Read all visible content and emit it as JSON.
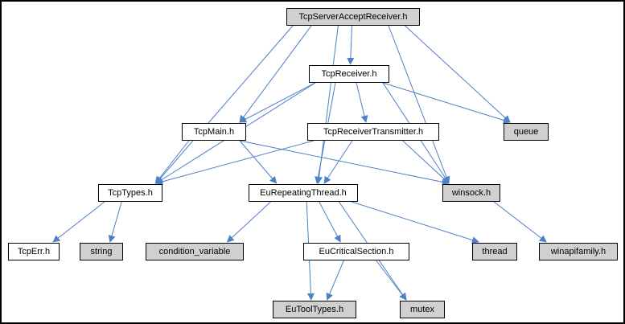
{
  "diagram": {
    "type": "include-dependency-graph",
    "colors": {
      "edge": "#4e80c8",
      "node_border": "#000000",
      "node_fill": "#ffffff",
      "node_fill_external": "#d0d0d0",
      "background": "#ffffff",
      "frame_border": "#000000"
    },
    "nodes": [
      {
        "id": "TcpServerAcceptReceiver",
        "label": "TcpServerAcceptReceiver.h",
        "kind": "gray"
      },
      {
        "id": "TcpReceiver",
        "label": "TcpReceiver.h",
        "kind": "white"
      },
      {
        "id": "TcpMain",
        "label": "TcpMain.h",
        "kind": "white"
      },
      {
        "id": "TcpReceiverTransmitter",
        "label": "TcpReceiverTransmitter.h",
        "kind": "white"
      },
      {
        "id": "queue",
        "label": "queue",
        "kind": "gray"
      },
      {
        "id": "TcpTypes",
        "label": "TcpTypes.h",
        "kind": "white"
      },
      {
        "id": "EuRepeatingThread",
        "label": "EuRepeatingThread.h",
        "kind": "white"
      },
      {
        "id": "winsock",
        "label": "winsock.h",
        "kind": "gray"
      },
      {
        "id": "TcpErr",
        "label": "TcpErr.h",
        "kind": "white"
      },
      {
        "id": "string",
        "label": "string",
        "kind": "gray"
      },
      {
        "id": "condition_variable",
        "label": "condition_variable",
        "kind": "gray"
      },
      {
        "id": "EuCriticalSection",
        "label": "EuCriticalSection.h",
        "kind": "white"
      },
      {
        "id": "thread",
        "label": "thread",
        "kind": "gray"
      },
      {
        "id": "winapifamily",
        "label": "winapifamily.h",
        "kind": "gray"
      },
      {
        "id": "EuToolTypes",
        "label": "EuToolTypes.h",
        "kind": "gray"
      },
      {
        "id": "mutex",
        "label": "mutex",
        "kind": "gray"
      }
    ],
    "edges": [
      [
        "TcpServerAcceptReceiver",
        "TcpReceiver"
      ],
      [
        "TcpServerAcceptReceiver",
        "TcpMain"
      ],
      [
        "TcpServerAcceptReceiver",
        "TcpTypes"
      ],
      [
        "TcpServerAcceptReceiver",
        "EuRepeatingThread"
      ],
      [
        "TcpServerAcceptReceiver",
        "winsock"
      ],
      [
        "TcpServerAcceptReceiver",
        "queue"
      ],
      [
        "TcpReceiver",
        "TcpMain"
      ],
      [
        "TcpReceiver",
        "TcpReceiverTransmitter"
      ],
      [
        "TcpReceiver",
        "TcpTypes"
      ],
      [
        "TcpReceiver",
        "EuRepeatingThread"
      ],
      [
        "TcpReceiver",
        "winsock"
      ],
      [
        "TcpReceiver",
        "queue"
      ],
      [
        "TcpMain",
        "TcpTypes"
      ],
      [
        "TcpMain",
        "EuRepeatingThread"
      ],
      [
        "TcpMain",
        "winsock"
      ],
      [
        "TcpReceiverTransmitter",
        "TcpTypes"
      ],
      [
        "TcpReceiverTransmitter",
        "EuRepeatingThread"
      ],
      [
        "TcpReceiverTransmitter",
        "winsock"
      ],
      [
        "TcpTypes",
        "TcpErr"
      ],
      [
        "TcpTypes",
        "string"
      ],
      [
        "EuRepeatingThread",
        "condition_variable"
      ],
      [
        "EuRepeatingThread",
        "EuCriticalSection"
      ],
      [
        "EuRepeatingThread",
        "thread"
      ],
      [
        "EuRepeatingThread",
        "EuToolTypes"
      ],
      [
        "EuRepeatingThread",
        "mutex"
      ],
      [
        "EuCriticalSection",
        "EuToolTypes"
      ],
      [
        "EuCriticalSection",
        "mutex"
      ],
      [
        "winsock",
        "winapifamily"
      ]
    ]
  }
}
